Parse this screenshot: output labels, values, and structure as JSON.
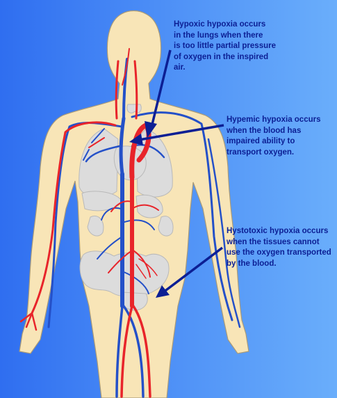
{
  "annotations": [
    {
      "id": "hypoxic",
      "lines": [
        "Hypoxic hypoxia occurs",
        "in the lungs when there",
        "is too little partial pressure",
        "of oxygen in the inspired",
        "air."
      ]
    },
    {
      "id": "hypemic",
      "lines": [
        "Hypemic hypoxia occurs",
        "when the blood has",
        "impaired ability to",
        "transport oxygen."
      ]
    },
    {
      "id": "histotoxic",
      "lines": [
        "Hystotoxic hypoxia occurs",
        "when the tissues cannot",
        "use the oxygen transported",
        "by the blood."
      ]
    }
  ],
  "colors": {
    "background_left": "#2f6ef0",
    "background_right": "#6aaefb",
    "body": "#f8e5b7",
    "body_outline": "#a89a78",
    "artery": "#e8242a",
    "vein": "#2450c8",
    "organ": "#dcdcdc",
    "text": "#0c1f94",
    "arrow": "#0c1f94"
  }
}
